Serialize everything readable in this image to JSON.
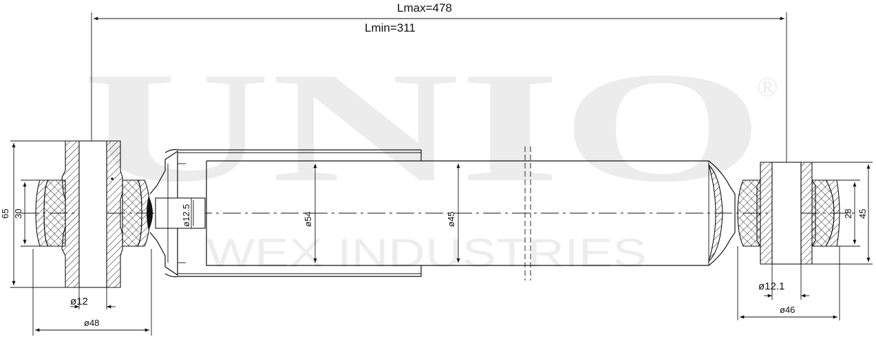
{
  "watermark": {
    "brand": "UNIO",
    "registered": "®",
    "company": "WEX INDUSTRIES"
  },
  "dimensions": {
    "length_max": "Lmax=478",
    "length_min": "Lmin=311",
    "left_outer_height": "65",
    "left_inner_height": "30",
    "rod_diameter": "ø12.5",
    "cylinder_outer_diameter": "ø54",
    "cylinder_inner_diameter": "ø45",
    "left_bore_diameter": "ø12",
    "left_bushing_width": "ø48",
    "right_bore_diameter": "ø12.1",
    "right_bushing_width": "ø46",
    "right_inner_height": "28",
    "right_outer_height": "45"
  }
}
